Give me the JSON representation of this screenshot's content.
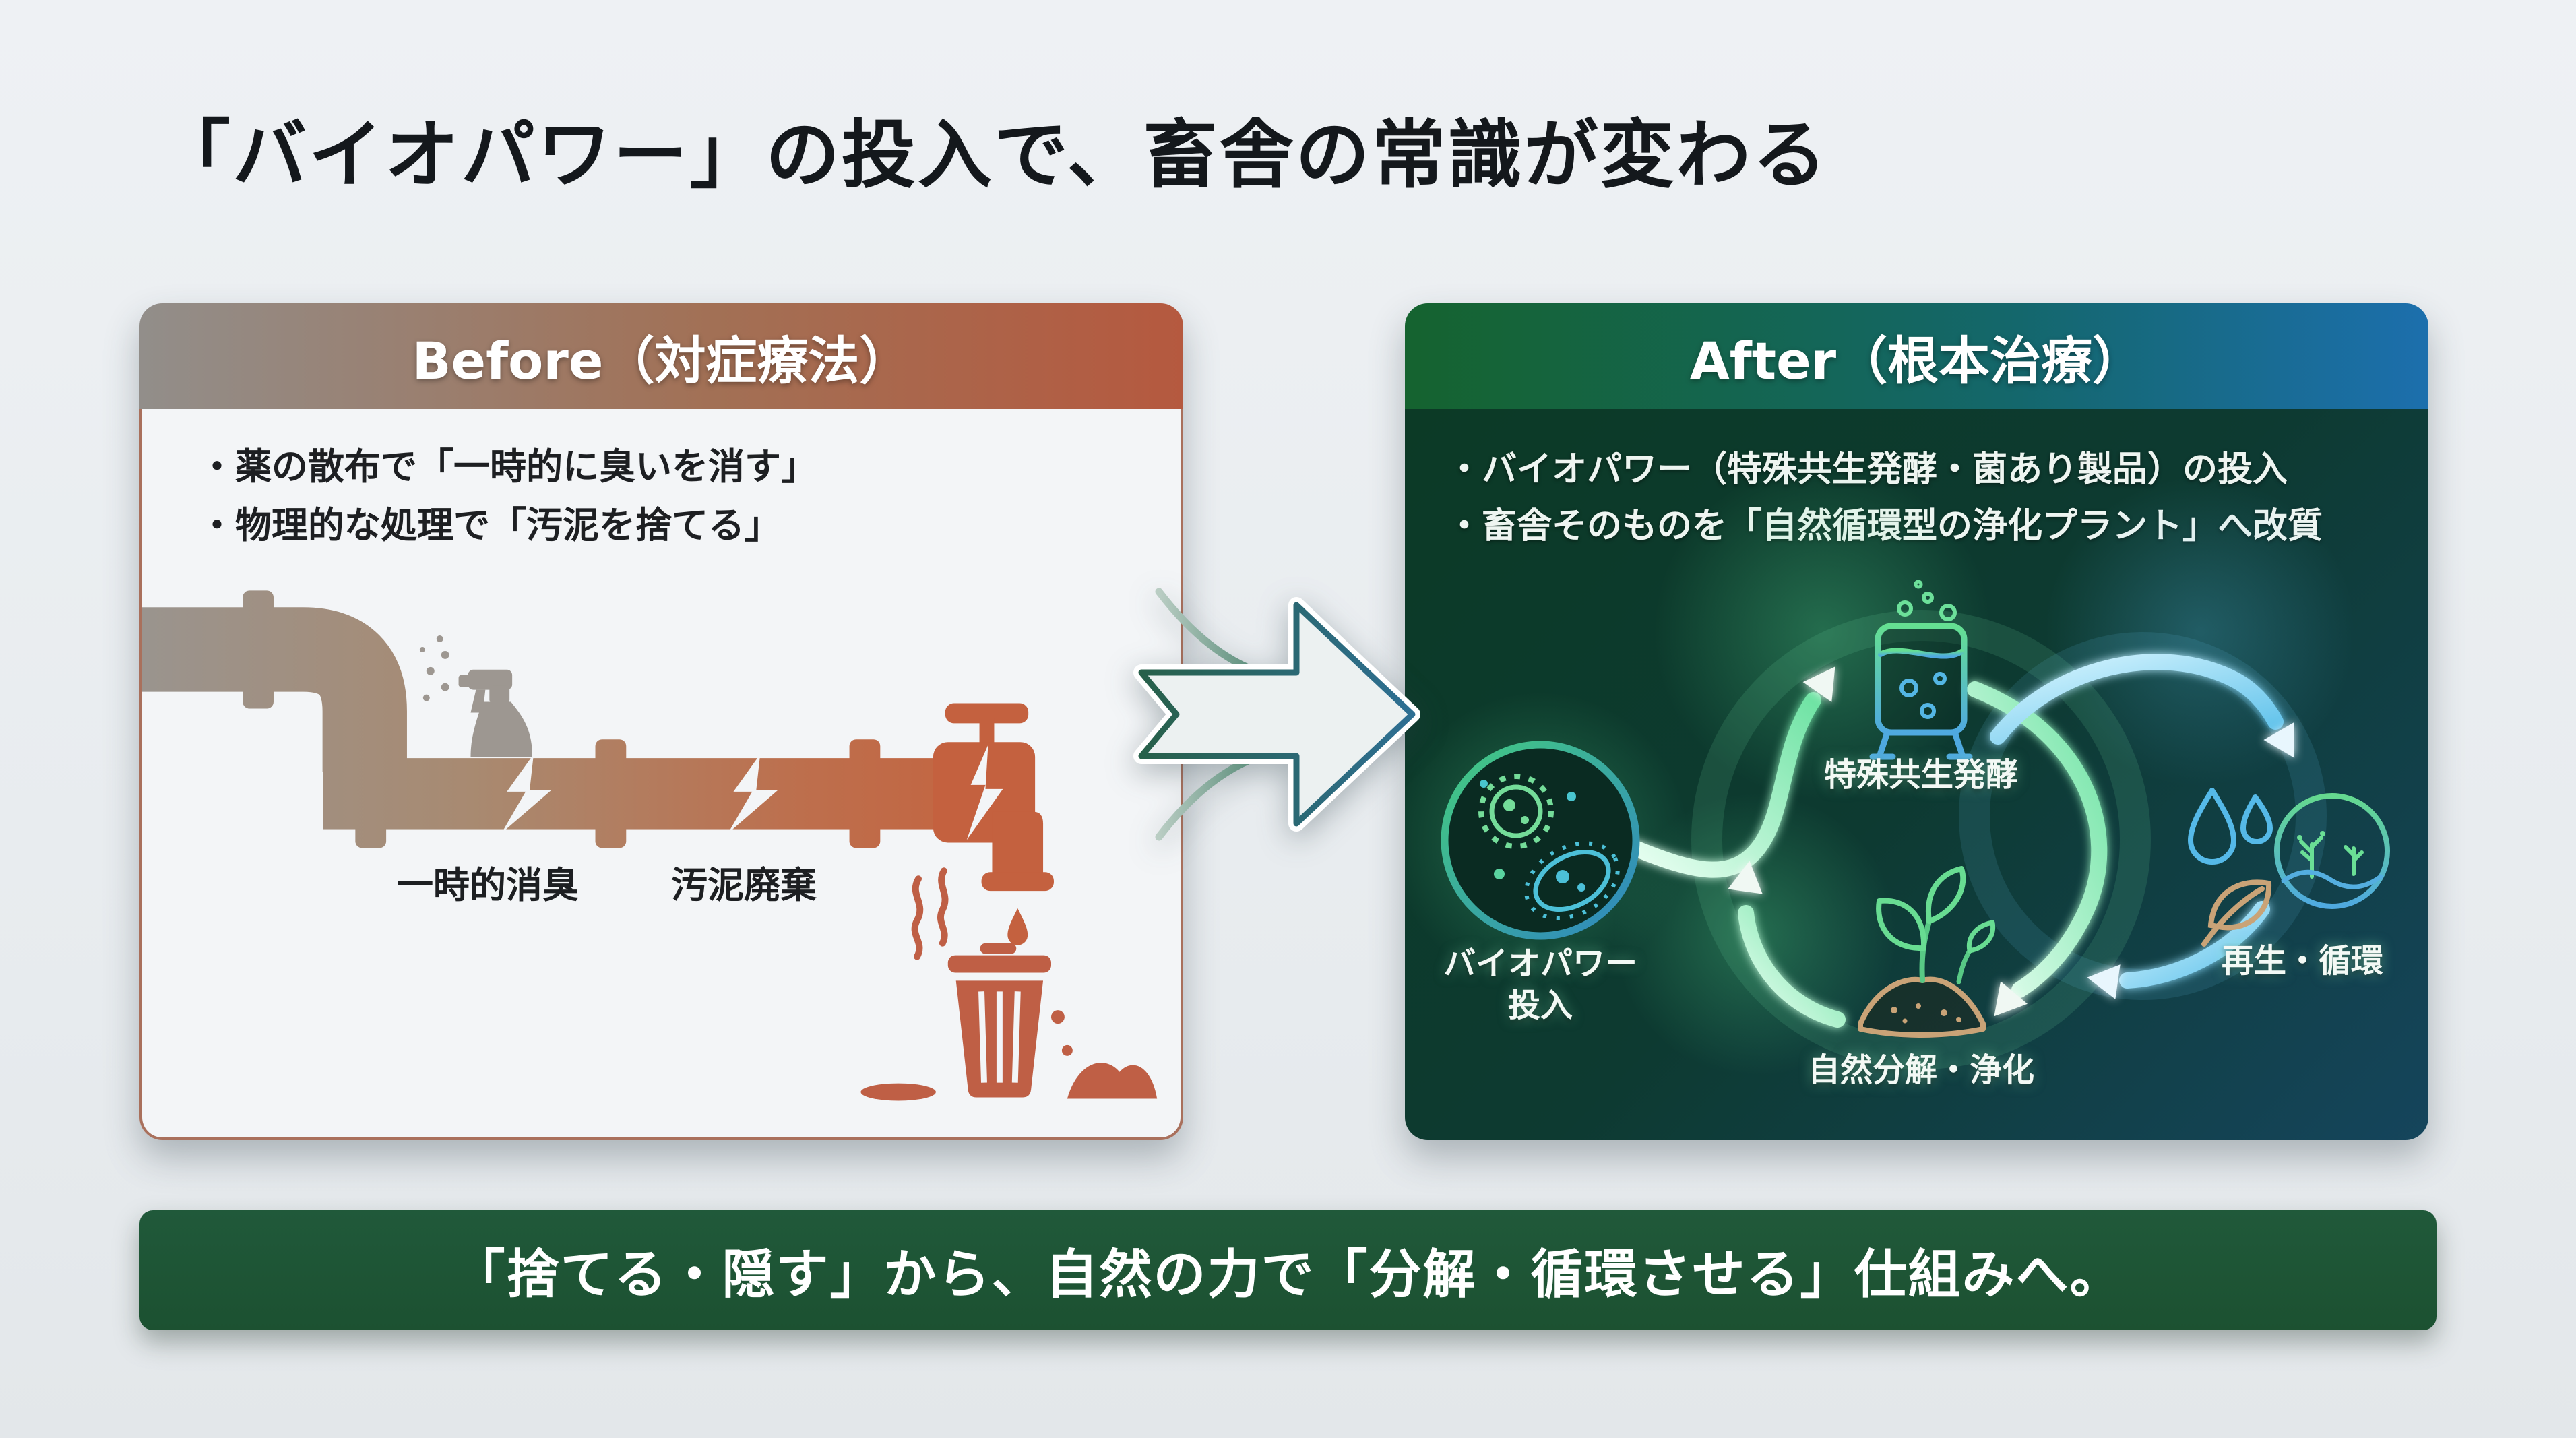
{
  "title": "「バイオパワー」の投入で、畜舎の常識が変わる",
  "before": {
    "header": "Before（対症療法）",
    "bullets": [
      "・薬の散布で「一時的に臭いを消す」",
      "・物理的な処理で「汚泥を捨てる」"
    ],
    "caption_spray": "一時的消臭",
    "caption_sludge": "汚泥廃棄"
  },
  "after": {
    "header": "After（根本治療）",
    "bullets": [
      "・バイオパワー（特殊共生発酵・菌あり製品）の投入",
      "・畜舎そのものを「自然循環型の浄化プラント」へ改質"
    ],
    "cycle": {
      "input_line1": "バイオパワー",
      "input_line2": "投入",
      "step_ferment": "特殊共生発酵",
      "step_decompose": "自然分解・浄化",
      "step_regenerate": "再生・循環"
    }
  },
  "banner": {
    "text": "「捨てる・隠す」から、自然の力で「分解・循環させる」仕組みへ。"
  },
  "colors": {
    "background": "#eef1f4",
    "before_header_from": "#928e8a",
    "before_header_to": "#b5593f",
    "after_header_from": "#15632f",
    "after_header_to": "#1c6fad",
    "after_body_green": "#0c3a26",
    "after_body_blue": "#15455c",
    "pipe_gray": "#9a948e",
    "pipe_red": "#c75f3a",
    "banner_green": "#1c5131",
    "glow_green": "#6fe3a4",
    "glow_blue": "#5bc0ea",
    "soil_tan": "#c9a377"
  },
  "icons": {
    "before": [
      "pipe-icon",
      "spray-bottle-icon",
      "faucet-icon",
      "trash-can-icon"
    ],
    "after": [
      "microbe-icon",
      "fermentation-tank-icon",
      "sprout-soil-icon",
      "water-drops-icon",
      "leaf-icon",
      "globe-trees-icon",
      "cycle-arrows-icon"
    ],
    "center": [
      "transition-arrow-icon"
    ]
  }
}
